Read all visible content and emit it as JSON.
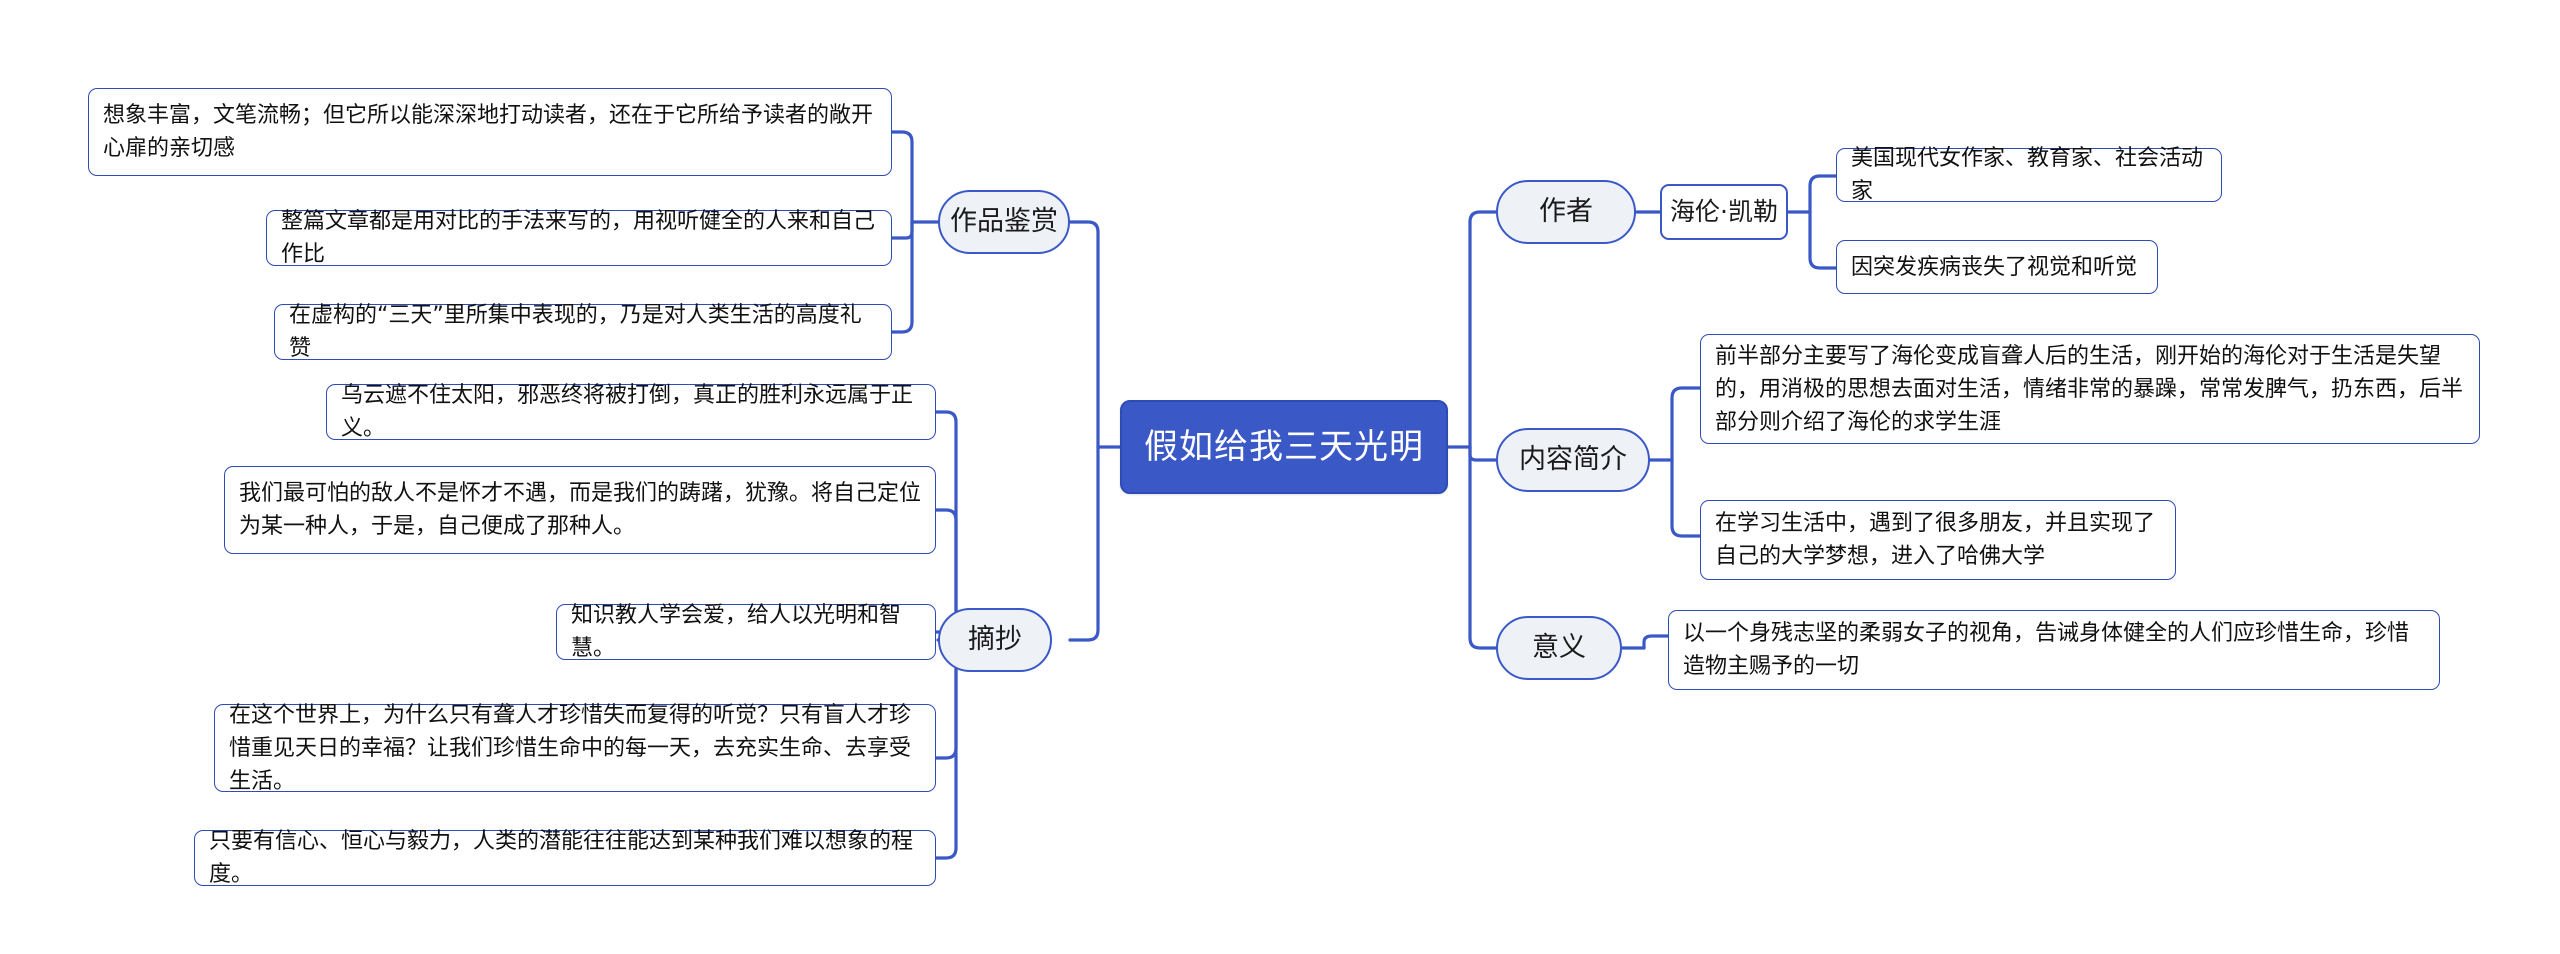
{
  "mindmap": {
    "root": {
      "label": "假如给我三天光明"
    },
    "colors": {
      "root_fill": "#3a59c7",
      "root_text": "#ffffff",
      "category_fill": "#eef1f6",
      "branch_line": "#3a59c7",
      "leaf_border": "#2f4bb5",
      "leaf_fill": "#ffffff",
      "text": "#111111",
      "background": "#ffffff"
    },
    "left_branches": [
      {
        "label": "作品鉴赏",
        "children": [
          {
            "label": "想象丰富，文笔流畅；但它所以能深深地打动读者，还在于它所给予读者的敞开心扉的亲切感"
          },
          {
            "label": "整篇文章都是用对比的手法来写的，用视听健全的人来和自己作比"
          },
          {
            "label": "在虚构的“三天”里所集中表现的，乃是对人类生活的高度礼赞"
          }
        ]
      },
      {
        "label": "摘抄",
        "children": [
          {
            "label": "乌云遮不住太阳，邪恶终将被打倒，真正的胜利永远属于正义。"
          },
          {
            "label": "我们最可怕的敌人不是怀才不遇，而是我们的踌躇，犹豫。将自己定位为某一种人，于是，自己便成了那种人。"
          },
          {
            "label": "知识教人学会爱，给人以光明和智慧。"
          },
          {
            "label": "在这个世界上，为什么只有聋人才珍惜失而复得的听觉？只有盲人才珍惜重见天日的幸福？让我们珍惜生命中的每一天，去充实生命、去享受生活。"
          },
          {
            "label": "只要有信心、恒心与毅力，人类的潜能往往能达到某种我们难以想象的程度。"
          }
        ]
      }
    ],
    "right_branches": [
      {
        "label": "作者",
        "sub": {
          "label": "海伦·凯勒"
        },
        "children": [
          {
            "label": "美国现代女作家、教育家、社会活动家"
          },
          {
            "label": "因突发疾病丧失了视觉和听觉"
          }
        ]
      },
      {
        "label": "内容简介",
        "children": [
          {
            "label": "前半部分主要写了海伦变成盲聋人后的生活，刚开始的海伦对于生活是失望的，用消极的思想去面对生活，情绪非常的暴躁，常常发脾气，扔东西，后半部分则介绍了海伦的求学生涯"
          },
          {
            "label": "在学习生活中，遇到了很多朋友，并且实现了自己的大学梦想，进入了哈佛大学"
          }
        ]
      },
      {
        "label": "意义",
        "children": [
          {
            "label": "以一个身残志坚的柔弱女子的视角，告诫身体健全的人们应珍惜生命，珍惜造物主赐予的一切"
          }
        ]
      }
    ]
  }
}
